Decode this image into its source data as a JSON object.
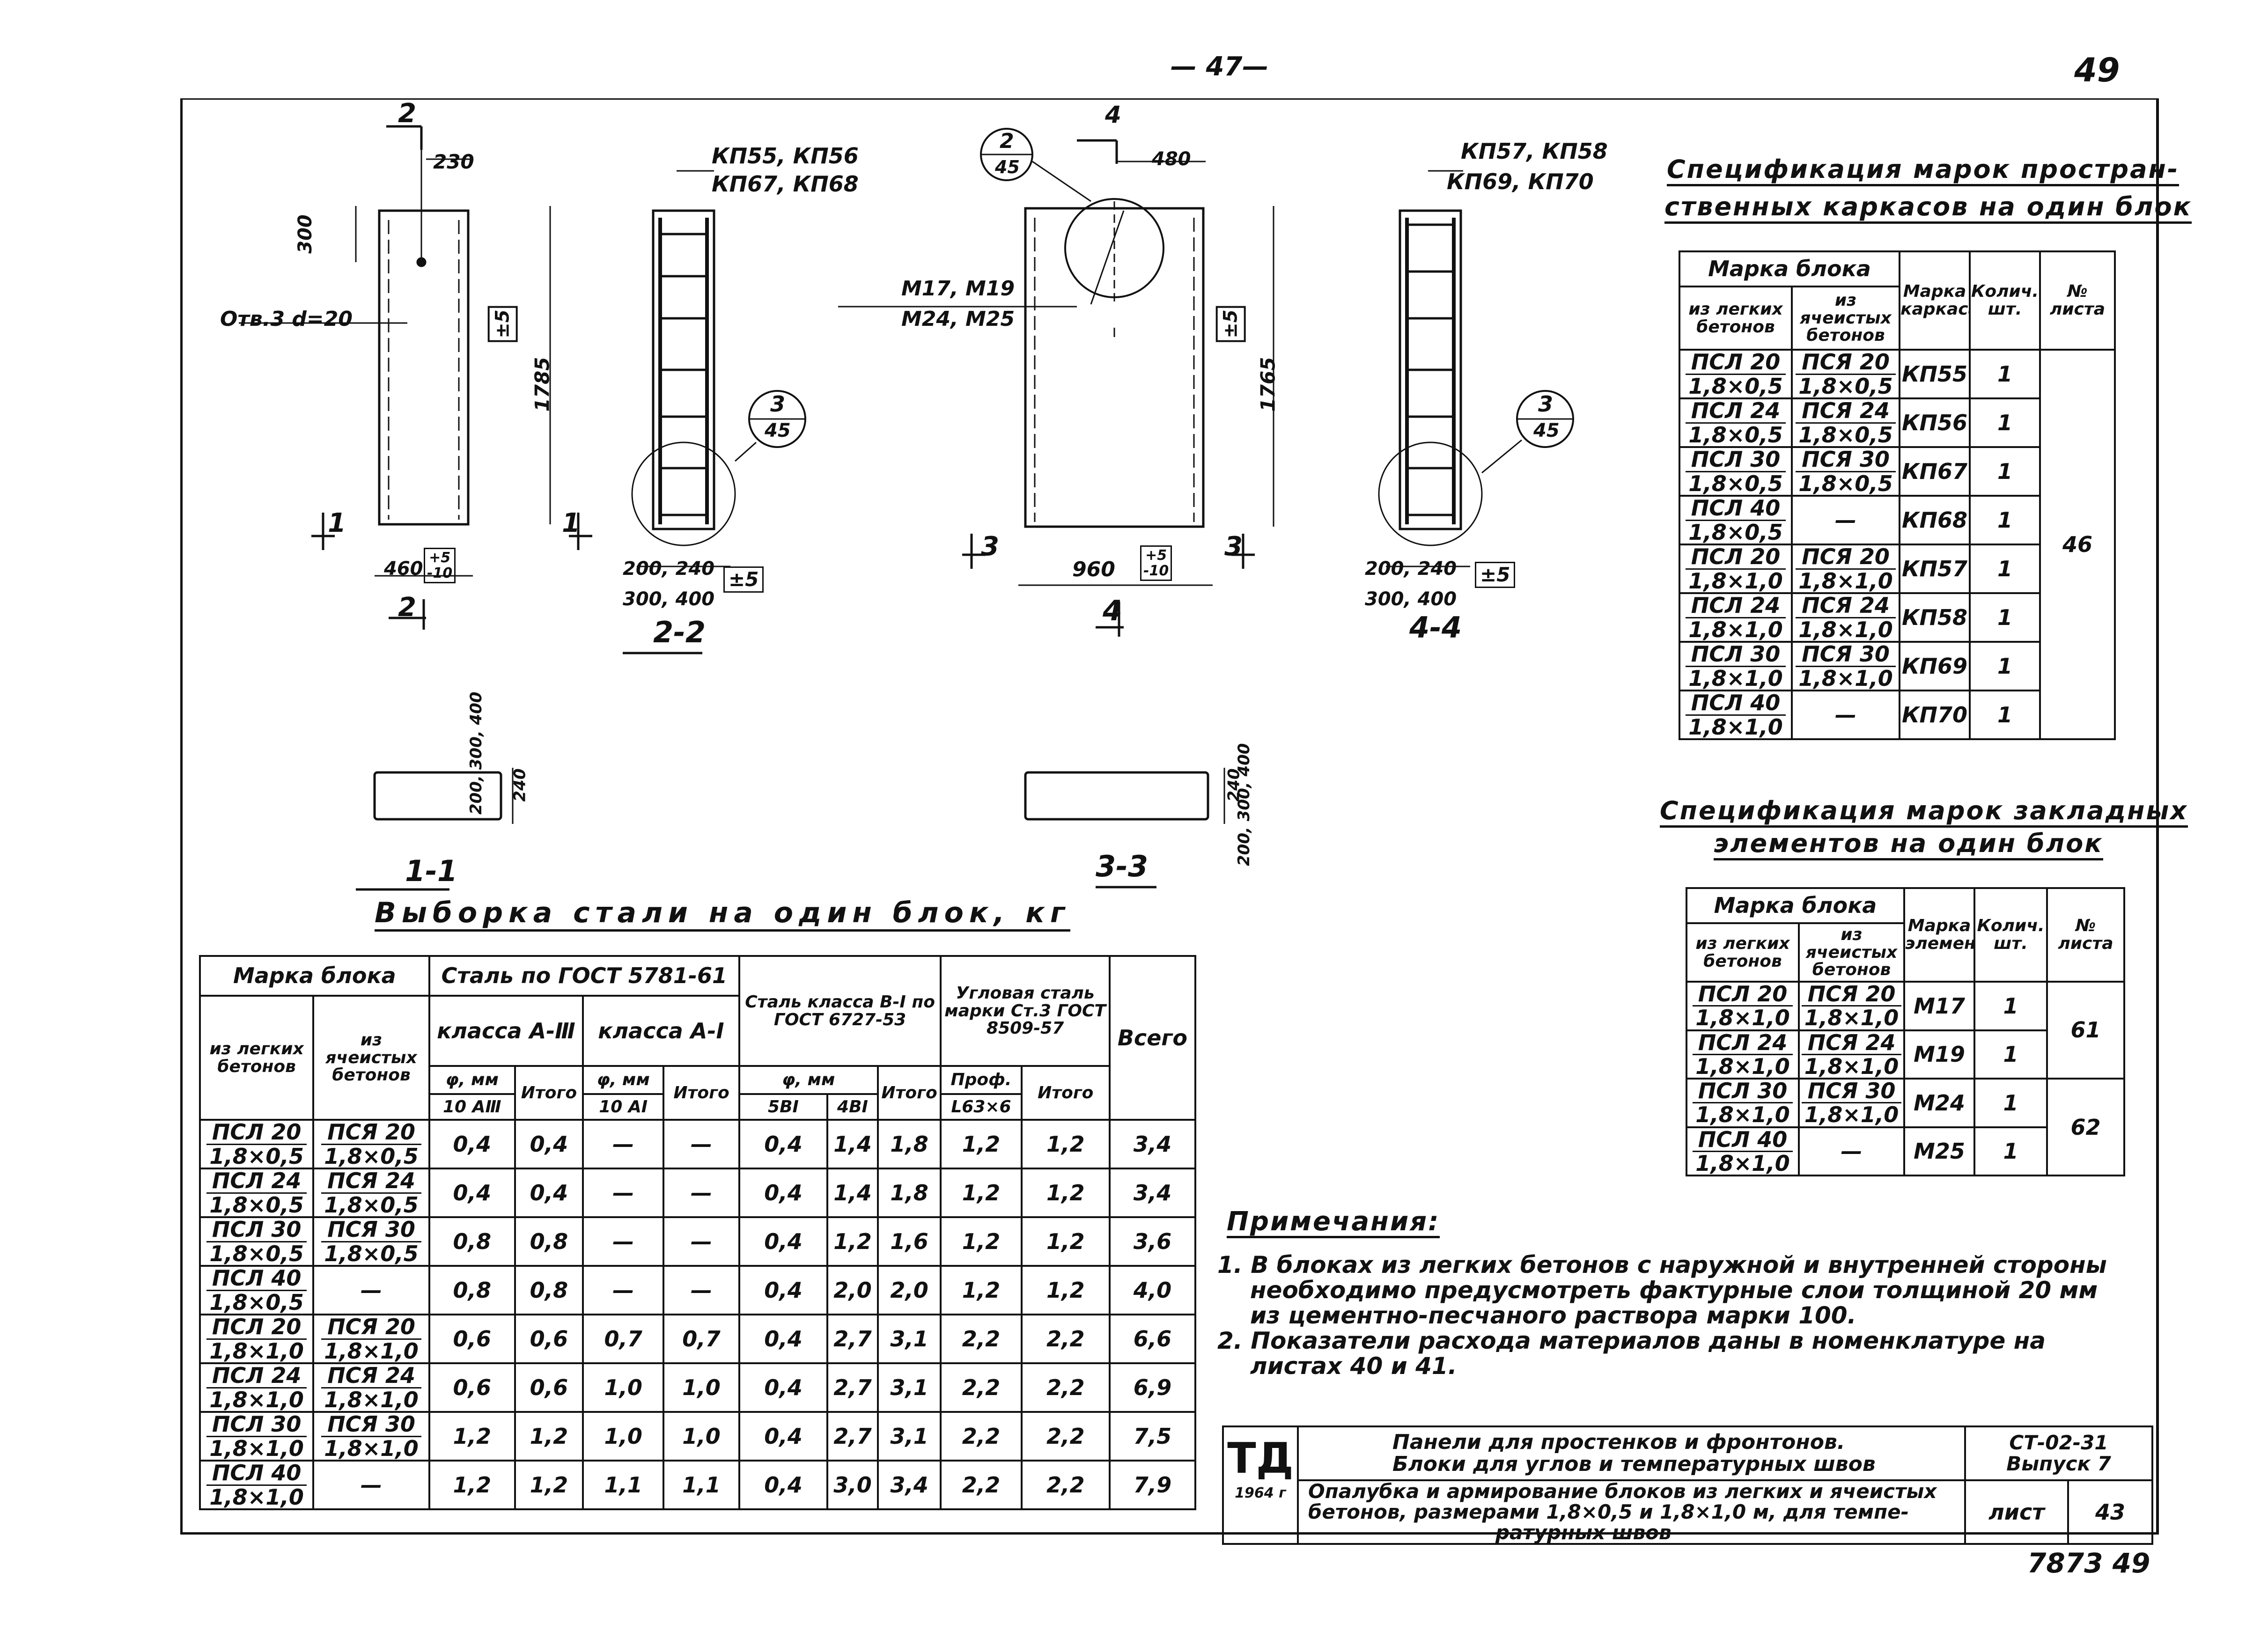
{
  "header": {
    "page_number_top": "— 47—",
    "sheet_corner_number": "49",
    "archive_number": "7873 49"
  },
  "drawings": {
    "left_block": {
      "section_mark_top": "2",
      "width_top": "230",
      "height_dim_300": "300",
      "hole_label": "Отв.3 d=20",
      "height_total": "1785",
      "tol_height": "±5",
      "width_bottom": "460",
      "tol_width_top": "+5",
      "tol_width_bottom": "-10",
      "section_marks_side": "1",
      "section_mark_bottom": "2"
    },
    "section_2_2": {
      "marks_top": "КП55, КП56",
      "marks_bottom": "КП67, КП68",
      "callout_num": "3",
      "callout_den": "45",
      "dim_a": "200, 240",
      "dim_b": "300, 400",
      "tol": "±5",
      "title": "2-2"
    },
    "right_block": {
      "callout_num": "2",
      "callout_den": "45",
      "section_mark_top": "4",
      "width_top": "480",
      "embed_marks_1": "М17, М19",
      "embed_marks_2": "М24, М25",
      "height_total": "1765",
      "tol_height": "±5",
      "width_bottom": "960",
      "tol_width_top": "+5",
      "tol_width_bottom": "-10",
      "section_marks_side": "3",
      "section_mark_bottom": "4"
    },
    "section_4_4": {
      "marks_top": "КП57, КП58",
      "marks_bottom": "КП69, КП70",
      "callout_num": "3",
      "callout_den": "45",
      "dim_a": "200, 240",
      "dim_b": "300, 400",
      "tol": "±5",
      "title": "4-4"
    },
    "section_1_1": {
      "dims": "240",
      "dims2": "200, 300, 400",
      "title": "1-1"
    },
    "section_3_3": {
      "dims": "240",
      "dims2": "200, 300, 400",
      "title": "3-3"
    }
  },
  "spec_frames": {
    "title_line1": "Спецификация марок простран-",
    "title_line2": "ственных каркасов на один блок",
    "headers": {
      "block_mark": "Марка блока",
      "light": "из легких бетонов",
      "cellular": "из ячеистых бетонов",
      "frame_mark": "Марка каркаса",
      "qty": "Колич. шт.",
      "sheet": "№ листа"
    },
    "rows": [
      {
        "light_top": "ПСЛ 20",
        "light_bot": "1,8×0,5",
        "cell_top": "ПСЯ 20",
        "cell_bot": "1,8×0,5",
        "mark": "КП55",
        "qty": "1"
      },
      {
        "light_top": "ПСЛ 24",
        "light_bot": "1,8×0,5",
        "cell_top": "ПСЯ 24",
        "cell_bot": "1,8×0,5",
        "mark": "КП56",
        "qty": "1"
      },
      {
        "light_top": "ПСЛ 30",
        "light_bot": "1,8×0,5",
        "cell_top": "ПСЯ 30",
        "cell_bot": "1,8×0,5",
        "mark": "КП67",
        "qty": "1"
      },
      {
        "light_top": "ПСЛ 40",
        "light_bot": "1,8×0,5",
        "cell_top": "",
        "cell_bot": "",
        "dash": "—",
        "mark": "КП68",
        "qty": "1"
      },
      {
        "light_top": "ПСЛ 20",
        "light_bot": "1,8×1,0",
        "cell_top": "ПСЯ 20",
        "cell_bot": "1,8×1,0",
        "mark": "КП57",
        "qty": "1"
      },
      {
        "light_top": "ПСЛ 24",
        "light_bot": "1,8×1,0",
        "cell_top": "ПСЯ 24",
        "cell_bot": "1,8×1,0",
        "mark": "КП58",
        "qty": "1"
      },
      {
        "light_top": "ПСЛ 30",
        "light_bot": "1,8×1,0",
        "cell_top": "ПСЯ 30",
        "cell_bot": "1,8×1,0",
        "mark": "КП69",
        "qty": "1"
      },
      {
        "light_top": "ПСЛ 40",
        "light_bot": "1,8×1,0",
        "cell_top": "",
        "cell_bot": "",
        "dash": "—",
        "mark": "КП70",
        "qty": "1"
      }
    ],
    "sheet_value": "46"
  },
  "spec_embeds": {
    "title_line1": "Спецификация марок закладных",
    "title_line2": "элементов на один блок",
    "headers": {
      "block_mark": "Марка блока",
      "light": "из легких бетонов",
      "cellular": "из ячеистых бетонов",
      "elem_mark": "Марка элемента",
      "qty": "Колич. шт.",
      "sheet": "№ листа"
    },
    "rows": [
      {
        "light_top": "ПСЛ 20",
        "light_bot": "1,8×1,0",
        "cell_top": "ПСЯ 20",
        "cell_bot": "1,8×1,0",
        "mark": "М17",
        "qty": "1"
      },
      {
        "light_top": "ПСЛ 24",
        "light_bot": "1,8×1,0",
        "cell_top": "ПСЯ 24",
        "cell_bot": "1,8×1,0",
        "mark": "М19",
        "qty": "1"
      },
      {
        "light_top": "ПСЛ 30",
        "light_bot": "1,8×1,0",
        "cell_top": "ПСЯ 30",
        "cell_bot": "1,8×1,0",
        "mark": "М24",
        "qty": "1"
      },
      {
        "light_top": "ПСЛ 40",
        "light_bot": "1,8×1,0",
        "cell_top": "",
        "cell_bot": "",
        "dash": "—",
        "mark": "М25",
        "qty": "1"
      }
    ],
    "sheet_a": "61",
    "sheet_b": "62"
  },
  "steel": {
    "title": "Выборка стали на один блок, кг",
    "headers": {
      "block_mark": "Марка блока",
      "light": "из легких бетонов",
      "cellular": "из ячеистых бетонов",
      "gost5781": "Сталь по ГОСТ 5781-61",
      "class3": "класса А-Ⅲ",
      "class1": "класса А-Ⅰ",
      "phi_mm": "φ, мм",
      "total": "Итого",
      "d10a3": "10 АⅢ",
      "d10a1": "10 АⅠ",
      "wire": "Сталь класса В-Ⅰ по ГОСТ 6727-53",
      "b5": "5ВⅠ",
      "b4": "4ВⅠ",
      "angle": "Угловая сталь марки Ст.3 ГОСТ 8509-57",
      "profile": "Проф.",
      "angle_size": "L63×6",
      "grand": "Всего"
    },
    "rows": [
      {
        "light_top": "ПСЛ 20",
        "light_bot": "1,8×0,5",
        "cell_top": "ПСЯ 20",
        "cell_bot": "1,8×0,5",
        "a3": "0,4",
        "a3t": "0,4",
        "a1": "—",
        "a1t": "—",
        "b5": "0,4",
        "b4": "1,4",
        "bt": "1,8",
        "l": "1,2",
        "lt": "1,2",
        "all": "3,4"
      },
      {
        "light_top": "ПСЛ 24",
        "light_bot": "1,8×0,5",
        "cell_top": "ПСЯ 24",
        "cell_bot": "1,8×0,5",
        "a3": "0,4",
        "a3t": "0,4",
        "a1": "—",
        "a1t": "—",
        "b5": "0,4",
        "b4": "1,4",
        "bt": "1,8",
        "l": "1,2",
        "lt": "1,2",
        "all": "3,4"
      },
      {
        "light_top": "ПСЛ 30",
        "light_bot": "1,8×0,5",
        "cell_top": "ПСЯ 30",
        "cell_bot": "1,8×0,5",
        "a3": "0,8",
        "a3t": "0,8",
        "a1": "—",
        "a1t": "—",
        "b5": "0,4",
        "b4": "1,2",
        "bt": "1,6",
        "l": "1,2",
        "lt": "1,2",
        "all": "3,6"
      },
      {
        "light_top": "ПСЛ 40",
        "light_bot": "1,8×0,5",
        "cell_top": "",
        "cell_bot": "",
        "dash": "—",
        "a3": "0,8",
        "a3t": "0,8",
        "a1": "—",
        "a1t": "—",
        "b5": "0,4",
        "b4": "2,0",
        "bt": "2,0",
        "l": "1,2",
        "lt": "1,2",
        "all": "4,0"
      },
      {
        "light_top": "ПСЛ 20",
        "light_bot": "1,8×1,0",
        "cell_top": "ПСЯ 20",
        "cell_bot": "1,8×1,0",
        "a3": "0,6",
        "a3t": "0,6",
        "a1": "0,7",
        "a1t": "0,7",
        "b5": "0,4",
        "b4": "2,7",
        "bt": "3,1",
        "l": "2,2",
        "lt": "2,2",
        "all": "6,6"
      },
      {
        "light_top": "ПСЛ 24",
        "light_bot": "1,8×1,0",
        "cell_top": "ПСЯ 24",
        "cell_bot": "1,8×1,0",
        "a3": "0,6",
        "a3t": "0,6",
        "a1": "1,0",
        "a1t": "1,0",
        "b5": "0,4",
        "b4": "2,7",
        "bt": "3,1",
        "l": "2,2",
        "lt": "2,2",
        "all": "6,9"
      },
      {
        "light_top": "ПСЛ 30",
        "light_bot": "1,8×1,0",
        "cell_top": "ПСЯ 30",
        "cell_bot": "1,8×1,0",
        "a3": "1,2",
        "a3t": "1,2",
        "a1": "1,0",
        "a1t": "1,0",
        "b5": "0,4",
        "b4": "2,7",
        "bt": "3,1",
        "l": "2,2",
        "lt": "2,2",
        "all": "7,5"
      },
      {
        "light_top": "ПСЛ 40",
        "light_bot": "1,8×1,0",
        "cell_top": "",
        "cell_bot": "",
        "dash": "—",
        "a3": "1,2",
        "a3t": "1,2",
        "a1": "1,1",
        "a1t": "1,1",
        "b5": "0,4",
        "b4": "3,0",
        "bt": "3,4",
        "l": "2,2",
        "lt": "2,2",
        "all": "7,9"
      }
    ]
  },
  "notes": {
    "title": "Примечания:",
    "items": [
      "1. В блоках из легких бетонов с наружной и внутренней стороны необходимо предусмотреть фактурные слои толщиной 20 мм из цементно-песчаного раствора марки 100.",
      "2. Показатели расхода материалов даны в номенклатуре на листах 40 и 41."
    ]
  },
  "stamp": {
    "logo": "ТД",
    "year": "1964 г",
    "title1": "Панели для простенков и фронтонов.",
    "title2": "Блоки для углов и температурных швов",
    "series": "СТ-02-31",
    "issue": "Выпуск 7",
    "desc1": "Опалубка и армирование блоков из легких и ячеистых",
    "desc2": "бетонов, размерами 1,8×0,5 и 1,8×1,0 м, для темпе-",
    "desc3": "ратурных швов",
    "sheet_label": "лист",
    "sheet_no": "43"
  }
}
